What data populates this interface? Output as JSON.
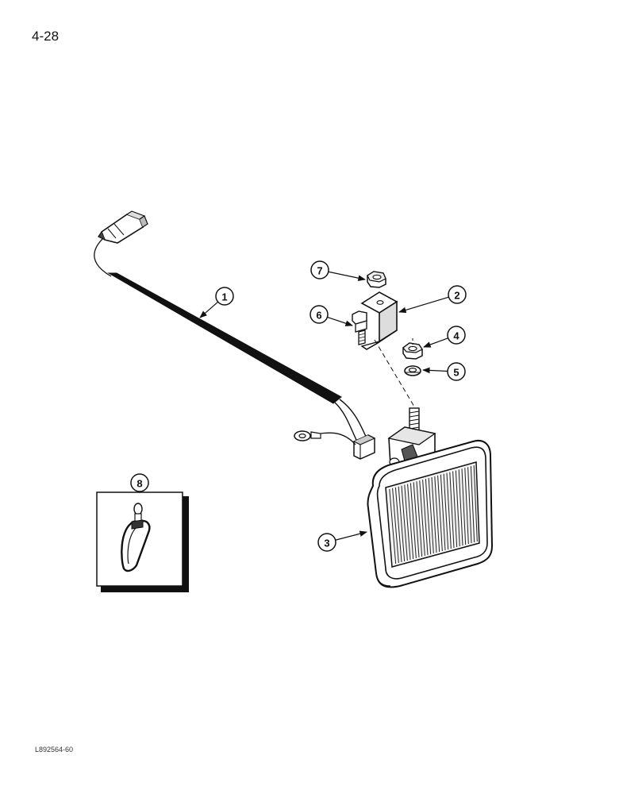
{
  "page_number": "4-28",
  "figure_ref": "L892564-60",
  "callouts": {
    "c1": "1",
    "c2": "2",
    "c3": "3",
    "c4": "4",
    "c5": "5",
    "c6": "6",
    "c7": "7",
    "c8": "8"
  }
}
